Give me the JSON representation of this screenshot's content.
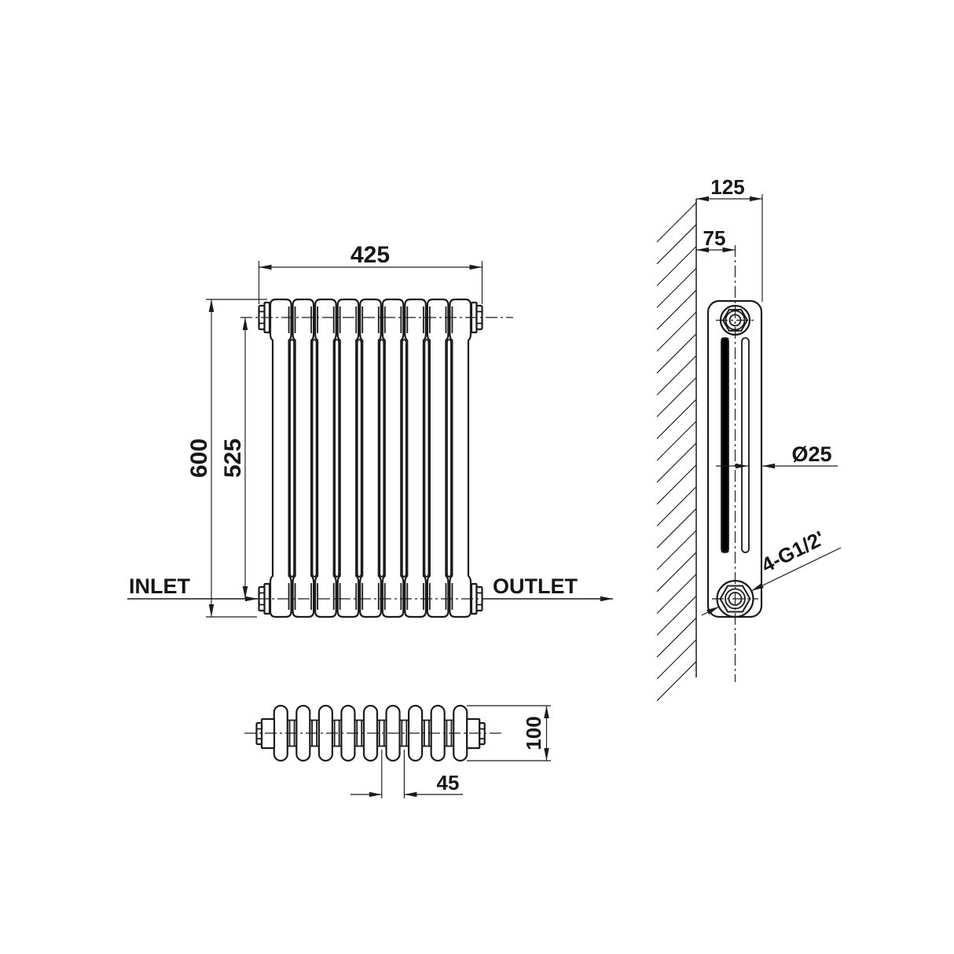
{
  "drawing": {
    "type": "radiator-technical-drawing",
    "colors": {
      "line": "#1c1c1c",
      "background": "#ffffff"
    },
    "front_view": {
      "sections": 9,
      "width_dim": "425",
      "overall_height_dim": "600",
      "pipe_centres_height_dim": "525",
      "inlet_label": "INLET",
      "outlet_label": "OUTLET"
    },
    "side_view": {
      "wall_to_front_dim": "125",
      "wall_to_centre_dim": "75",
      "column_diameter_dim": "Ø25",
      "thread_label": "4-G1/2'"
    },
    "top_view": {
      "sections": 9,
      "depth_dim": "100",
      "section_pitch_dim": "45"
    }
  }
}
